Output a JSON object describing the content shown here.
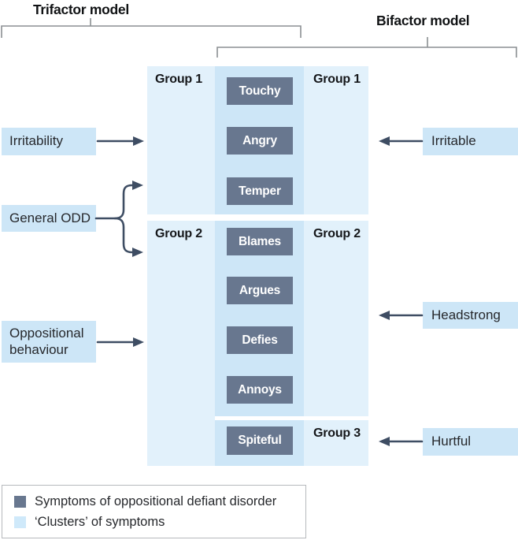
{
  "header": {
    "trifactor_title": "Trifactor model",
    "bifactor_title": "Bifactor model"
  },
  "trifactor": {
    "factors": [
      {
        "label": "Irritability"
      },
      {
        "label": "General ODD"
      },
      {
        "label": "Oppositional behaviour"
      }
    ],
    "group_labels": [
      "Group 1",
      "Group 2"
    ]
  },
  "bifactor": {
    "factors": [
      {
        "label": "Irritable"
      },
      {
        "label": "Headstrong"
      },
      {
        "label": "Hurtful"
      }
    ],
    "group_labels": [
      "Group 1",
      "Group 2",
      "Group 3"
    ]
  },
  "symptoms": [
    "Touchy",
    "Angry",
    "Temper",
    "Blames",
    "Argues",
    "Defies",
    "Annoys",
    "Spiteful"
  ],
  "legend": {
    "items": [
      {
        "label": "Symptoms of oppositional defiant disorder"
      },
      {
        "label": "‘Clusters’ of symptoms"
      }
    ]
  },
  "colors": {
    "symptom_box": "#68778F",
    "cluster_column_light": "#E2F1FB",
    "cluster_column_mid": "#CDE6F7",
    "factor_box": "#CDE6F7",
    "arrow": "#3E4D63",
    "bracket": "#8B8F93"
  }
}
